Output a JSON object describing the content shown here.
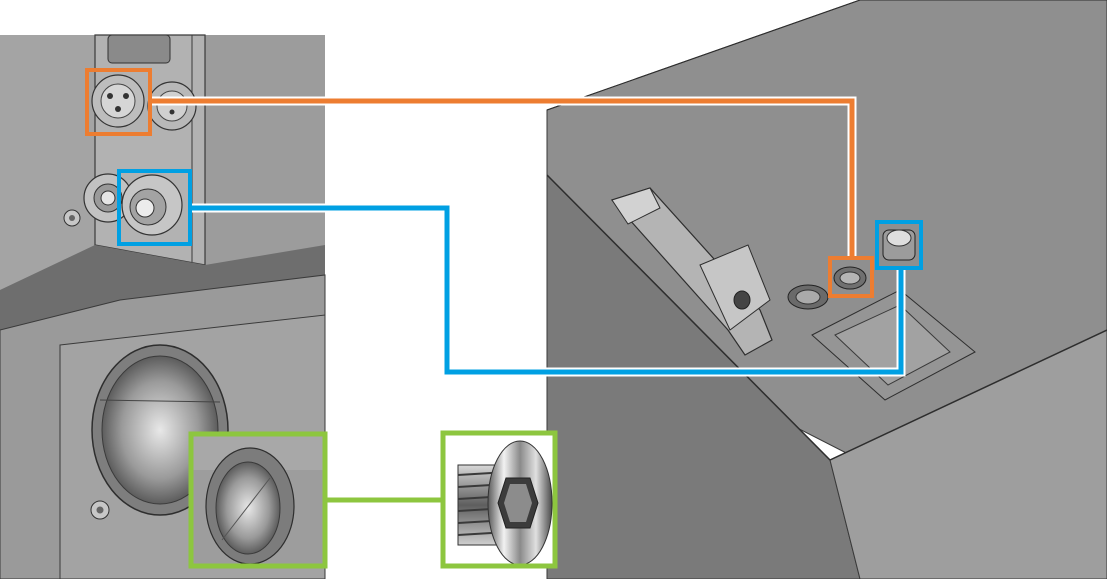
{
  "diagram": {
    "views": [
      {
        "id": "rear-panel-view",
        "description_label": ""
      },
      {
        "id": "top-housing-view",
        "description_label": ""
      },
      {
        "id": "port-detail-view",
        "description_label": ""
      },
      {
        "id": "plug-detail-view",
        "description_label": ""
      }
    ],
    "callouts": [
      {
        "id": "connector-link",
        "color": "#ed7d31"
      },
      {
        "id": "fitting-link",
        "color": "#00a0e3"
      },
      {
        "id": "plug-link",
        "color": "#8dc63f"
      }
    ],
    "colors": {
      "background": "#ffffff",
      "housing_dark": "#7b7b7b",
      "housing_mid": "#8e8e8e",
      "housing_light": "#a0a0a0",
      "panel": "#9a9a9a",
      "edge": "#3a3a3a"
    }
  }
}
